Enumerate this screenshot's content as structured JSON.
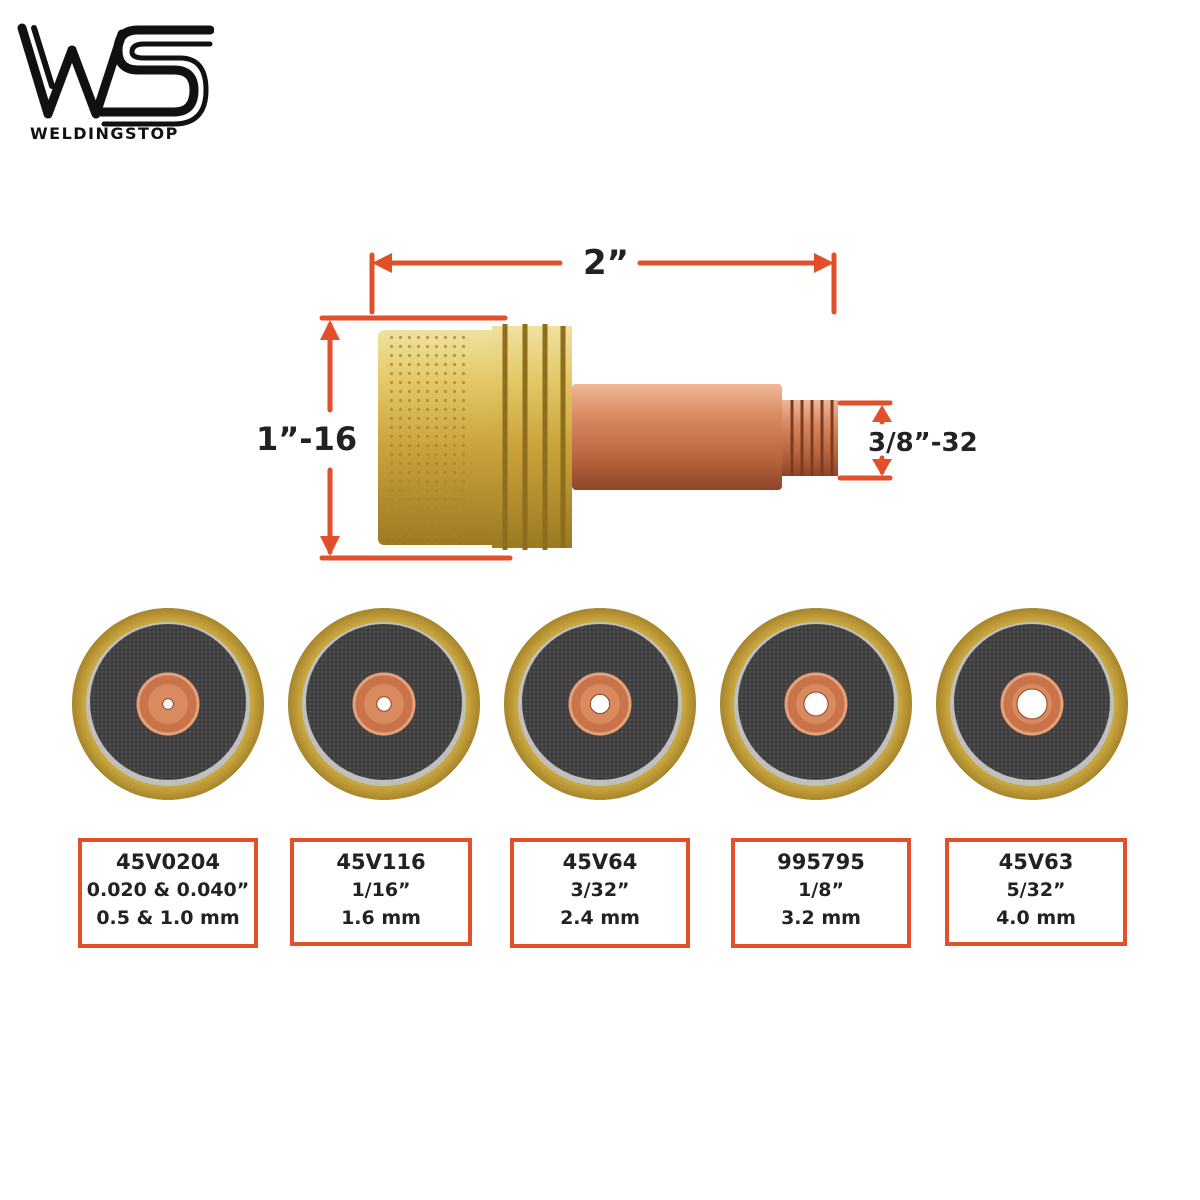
{
  "brand": {
    "name": "WELDINGSTOP",
    "monogram": "WS"
  },
  "dimensions": {
    "length": "2”",
    "thread_large": "1”-16",
    "thread_small": "3/8”-32"
  },
  "colors": {
    "accent": "#e1502a",
    "brass": "#d9b84a",
    "copper": "#c8734a"
  },
  "lenses": [
    {
      "code": "45V0204",
      "size": "0.020 & 0.040”",
      "metric": "0.5 & 1.0 mm",
      "orifice": 0.2
    },
    {
      "code": "45V116",
      "size": "1/16”",
      "metric": "1.6 mm",
      "orifice": 0.35
    },
    {
      "code": "45V64",
      "size": "3/32”",
      "metric": "2.4 mm",
      "orifice": 0.55
    },
    {
      "code": "995795",
      "size": "1/8”",
      "metric": "3.2 mm",
      "orifice": 0.75
    },
    {
      "code": "45V63",
      "size": "5/32”",
      "metric": "4.0 mm",
      "orifice": 1.0
    }
  ]
}
